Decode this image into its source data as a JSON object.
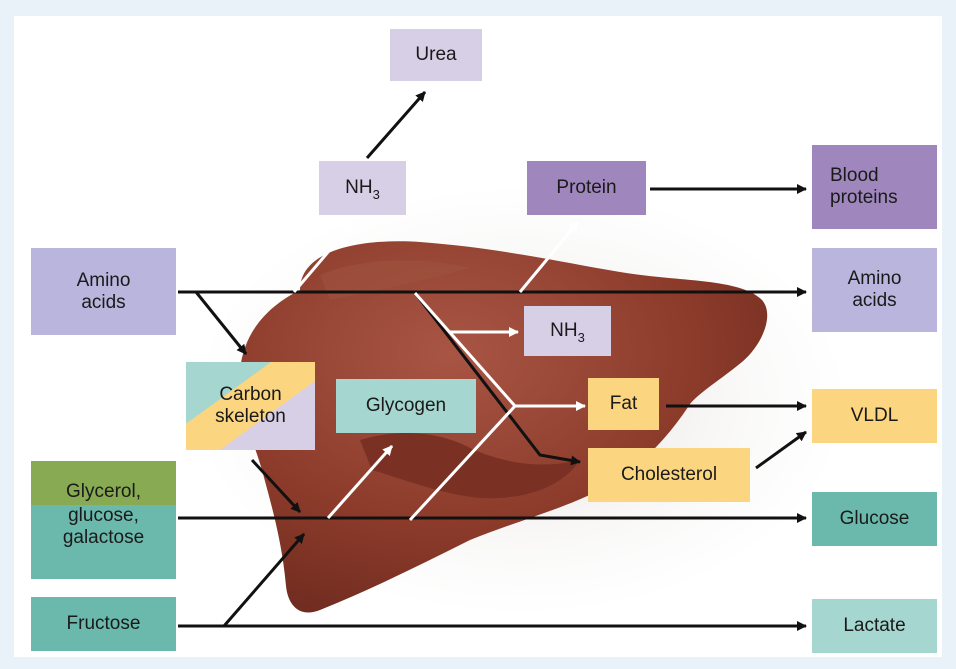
{
  "labels": {
    "urea": "Urea",
    "nh3_top_main": "NH",
    "nh3_top_sub": "3",
    "protein": "Protein",
    "blood_proteins": [
      "Blood",
      "proteins"
    ],
    "amino_acids_left": [
      "Amino",
      "acids"
    ],
    "amino_acids_right": [
      "Amino",
      "acids"
    ],
    "nh3_mid_main": "NH",
    "nh3_mid_sub": "3",
    "carbon_skeleton": [
      "Carbon",
      "skeleton"
    ],
    "glycogen": "Glycogen",
    "fat": "Fat",
    "vldl": "VLDL",
    "cholesterol": "Cholesterol",
    "glycerol": [
      "Glycerol,",
      "glucose,",
      "galactose"
    ],
    "glucose": "Glucose",
    "fructose": "Fructose",
    "lactate": "Lactate"
  },
  "colors": {
    "background": "#e9f2f8",
    "liver": "#8b3a2a",
    "lavender_light": "#d7cfe6",
    "lavender": "#b9b5dc",
    "purple": "#9f87bd",
    "yellow": "#fbd57f",
    "teal": "#6bb9ac",
    "teal_light": "#a5d6cf",
    "green": "#88aa52",
    "arrow_dark": "#111111",
    "arrow_light": "#ffffff"
  }
}
